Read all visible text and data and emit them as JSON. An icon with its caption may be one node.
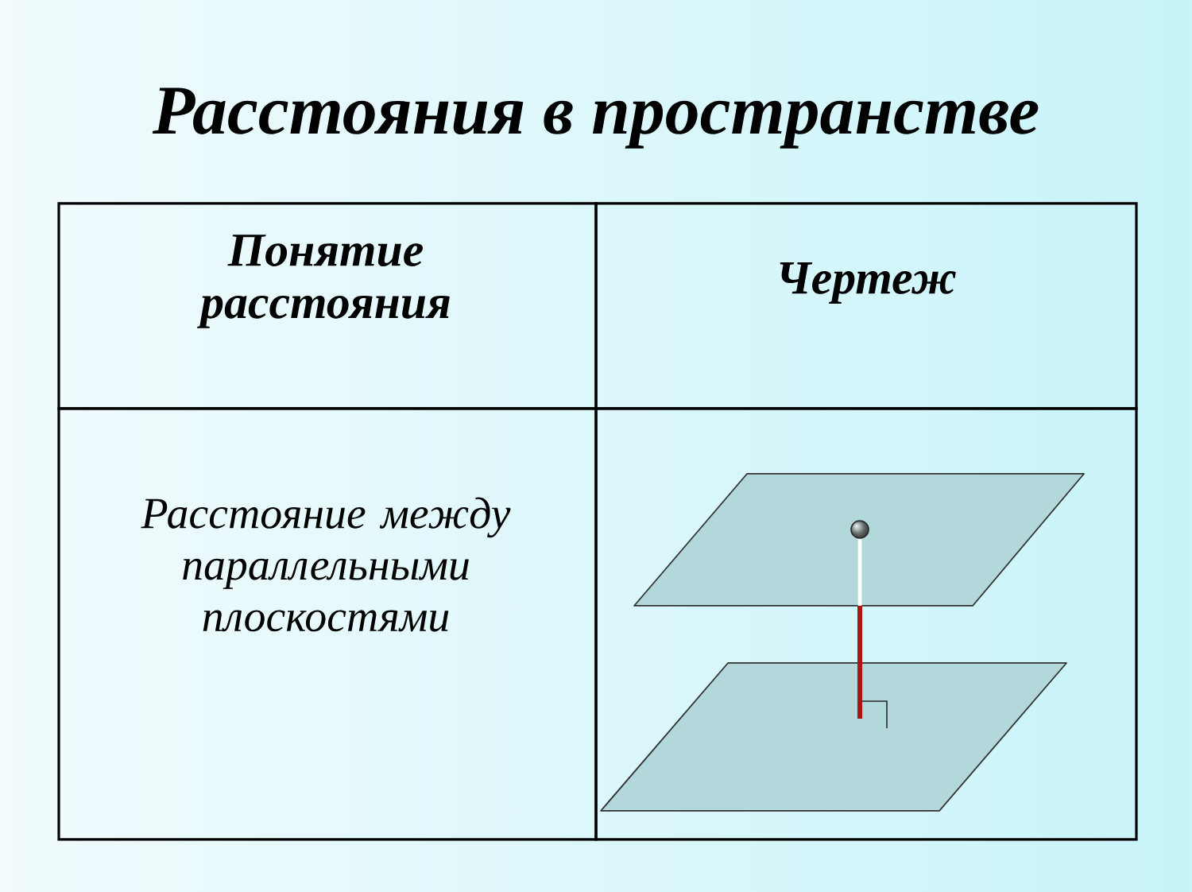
{
  "diagram": {
    "title": "Расстояния в пространстве",
    "labels": [
      "Понятие расстояния",
      "Чертеж",
      "Расстояние между параллельными плоскостями"
    ]
  }
}
